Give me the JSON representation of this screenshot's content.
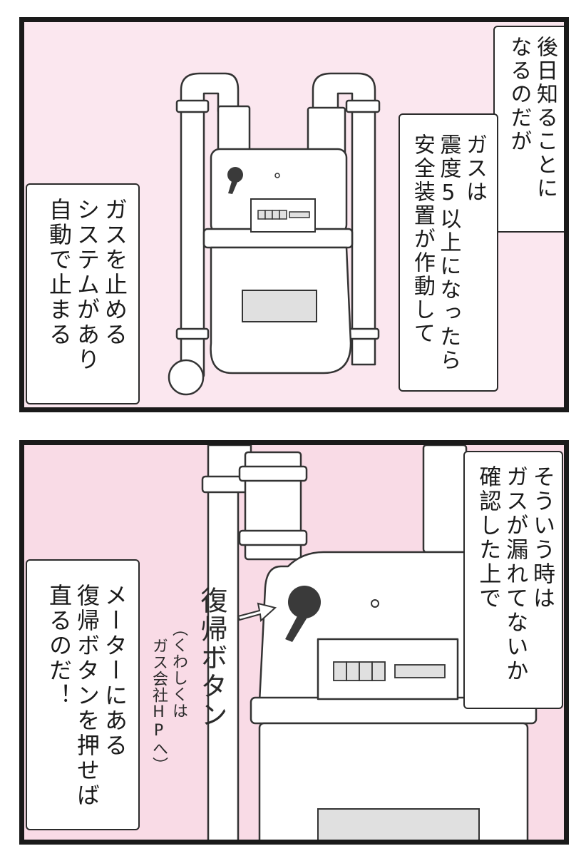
{
  "panels": [
    {
      "captions": {
        "top_right": [
          "後日知ることに",
          "なるのだが"
        ],
        "middle_right": [
          "ガスは",
          "震度5以上になったら",
          "安全装置が作動して"
        ],
        "left": [
          "ガスを止める",
          "システムがあり",
          "自動で止まる"
        ]
      }
    },
    {
      "captions": {
        "right": [
          "そういう時は",
          "ガスが漏れてないか",
          "確認した上で"
        ],
        "left": [
          "メーターにある",
          "復帰ボタンを押せば",
          "直るのだ！"
        ]
      },
      "annotation": {
        "label": "復帰ボタン",
        "note_line1": "（くわしくは",
        "note_line2": "ガス会社HPへ）"
      }
    }
  ],
  "colors": {
    "panel1_bg": "#fbe7ef",
    "panel2_bg": "#f9dbe6",
    "border": "#1a1a1a",
    "meter_fill": "#ffffff",
    "knob": "#3a3a3a",
    "display": "#e0e0e0"
  }
}
